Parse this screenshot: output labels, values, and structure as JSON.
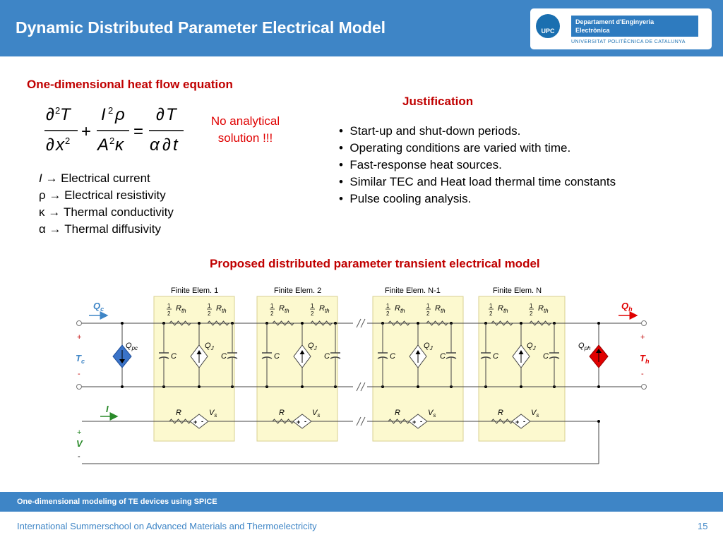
{
  "header": {
    "title": "Dynamic Distributed Parameter Electrical Model"
  },
  "logo": {
    "circle_text": "UPC",
    "dept_line1": "Departament d'Enginyeria",
    "dept_line2": "Electrònica",
    "university": "UNIVERSITAT POLITÈCNICA DE CATALUNYA"
  },
  "equation_section": {
    "title": "One-dimensional heat flow equation",
    "note_line1": "No analytical",
    "note_line2": "solution !!!",
    "variables": [
      {
        "symbol": "I",
        "text": " → Electrical current"
      },
      {
        "symbol": "ρ",
        "text": " → Electrical resistivity"
      },
      {
        "symbol": "κ",
        "text": " → Thermal conductivity"
      },
      {
        "symbol": "α",
        "text": " → Thermal diffusivity"
      }
    ]
  },
  "justification": {
    "title": "Justification",
    "items": [
      "Start-up and shut-down periods.",
      "Operating conditions are varied with time.",
      "Fast-response heat sources.",
      "Similar TEC and Heat load thermal time constants",
      "Pulse cooling analysis."
    ]
  },
  "model": {
    "title": "Proposed distributed parameter transient electrical model",
    "elements": [
      {
        "label": "Finite Elem. 1"
      },
      {
        "label": "Finite Elem. 2"
      },
      {
        "label": "Finite Elem. N-1"
      },
      {
        "label": "Finite Elem. N"
      }
    ],
    "labels": {
      "qc": "Q",
      "qc_sub": "c",
      "qh": "Q",
      "qh_sub": "h",
      "tc": "T",
      "tc_sub": "c",
      "th": "T",
      "th_sub": "h",
      "qpc": "Q",
      "qpc_sub": "pc",
      "qph": "Q",
      "qph_sub": "ph",
      "qj": "Q",
      "qj_sub": "J",
      "rth": "R",
      "rth_sub": "th",
      "half_num": "1",
      "half_den": "2",
      "c": "C",
      "r": "R",
      "vs": "V",
      "vs_sub": "s",
      "i": "I",
      "v": "V",
      "plus": "+",
      "minus": "-"
    }
  },
  "footer": {
    "course": "One-dimensional modeling of TE devices using SPICE",
    "event": "International Summerschool on Advanced Materials and Thermoelectricity",
    "page": "15"
  }
}
